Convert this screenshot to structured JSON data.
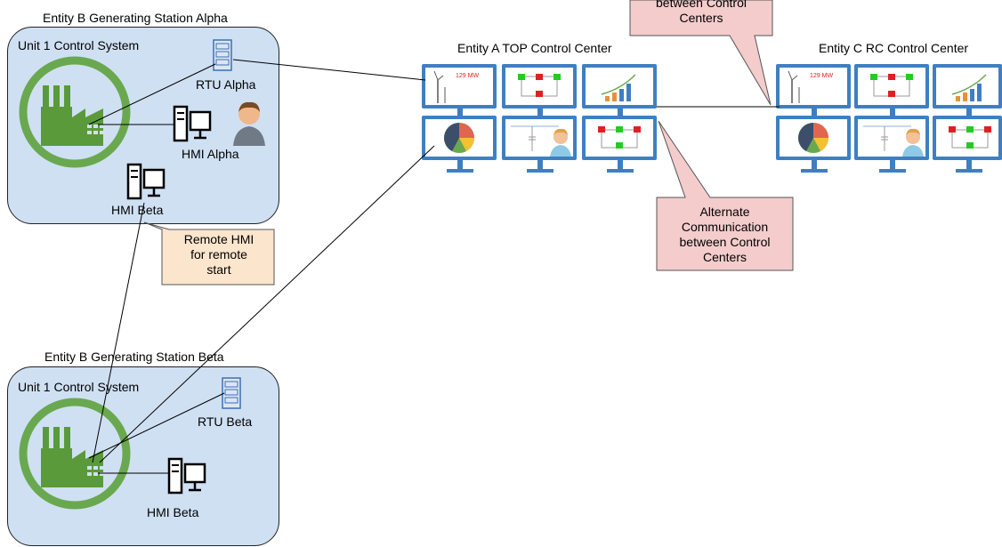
{
  "station_alpha": {
    "title": "Entity B Generating Station Alpha",
    "system_label": "Unit 1 Control System",
    "rtu_label": "RTU Alpha",
    "hmi_label": "HMI Alpha",
    "hmi_beta_label": "HMI Beta"
  },
  "station_beta": {
    "title": "Entity B Generating Station Beta",
    "system_label": "Unit 1 Control System",
    "rtu_label": "RTU Beta",
    "hmi_label": "HMI Beta"
  },
  "control_center_a": {
    "title": "Entity A TOP Control Center",
    "mw_readout": "129 MW"
  },
  "control_center_c": {
    "title": "Entity C RC Control Center",
    "mw_readout": "129 MW"
  },
  "callouts": {
    "top_line1": "between Control",
    "top_line2": "Centers",
    "remote_hmi_line1": "Remote HMI",
    "remote_hmi_line2": "for remote",
    "remote_hmi_line3": "start",
    "alternate_line1": "Alternate",
    "alternate_line2": "Communication",
    "alternate_line3": "between Control",
    "alternate_line4": "Centers"
  },
  "colors": {
    "station_fill": "#cfe0f3",
    "factory_green": "#5a9a3a",
    "ring_green": "#6aa84f",
    "monitor_blue": "#3f7fc1",
    "pink_callout": "#f4cccc",
    "peach_callout": "#fce5cd",
    "status_red": "#e02020",
    "status_green": "#22cc22"
  },
  "icons": {
    "factory": "factory-icon",
    "rtu": "server-rack-icon",
    "hmi": "workstation-icon",
    "operator": "person-icon",
    "wind": "wind-turbine-icon",
    "pie": "pie-chart-icon",
    "growth": "growth-chart-icon"
  }
}
